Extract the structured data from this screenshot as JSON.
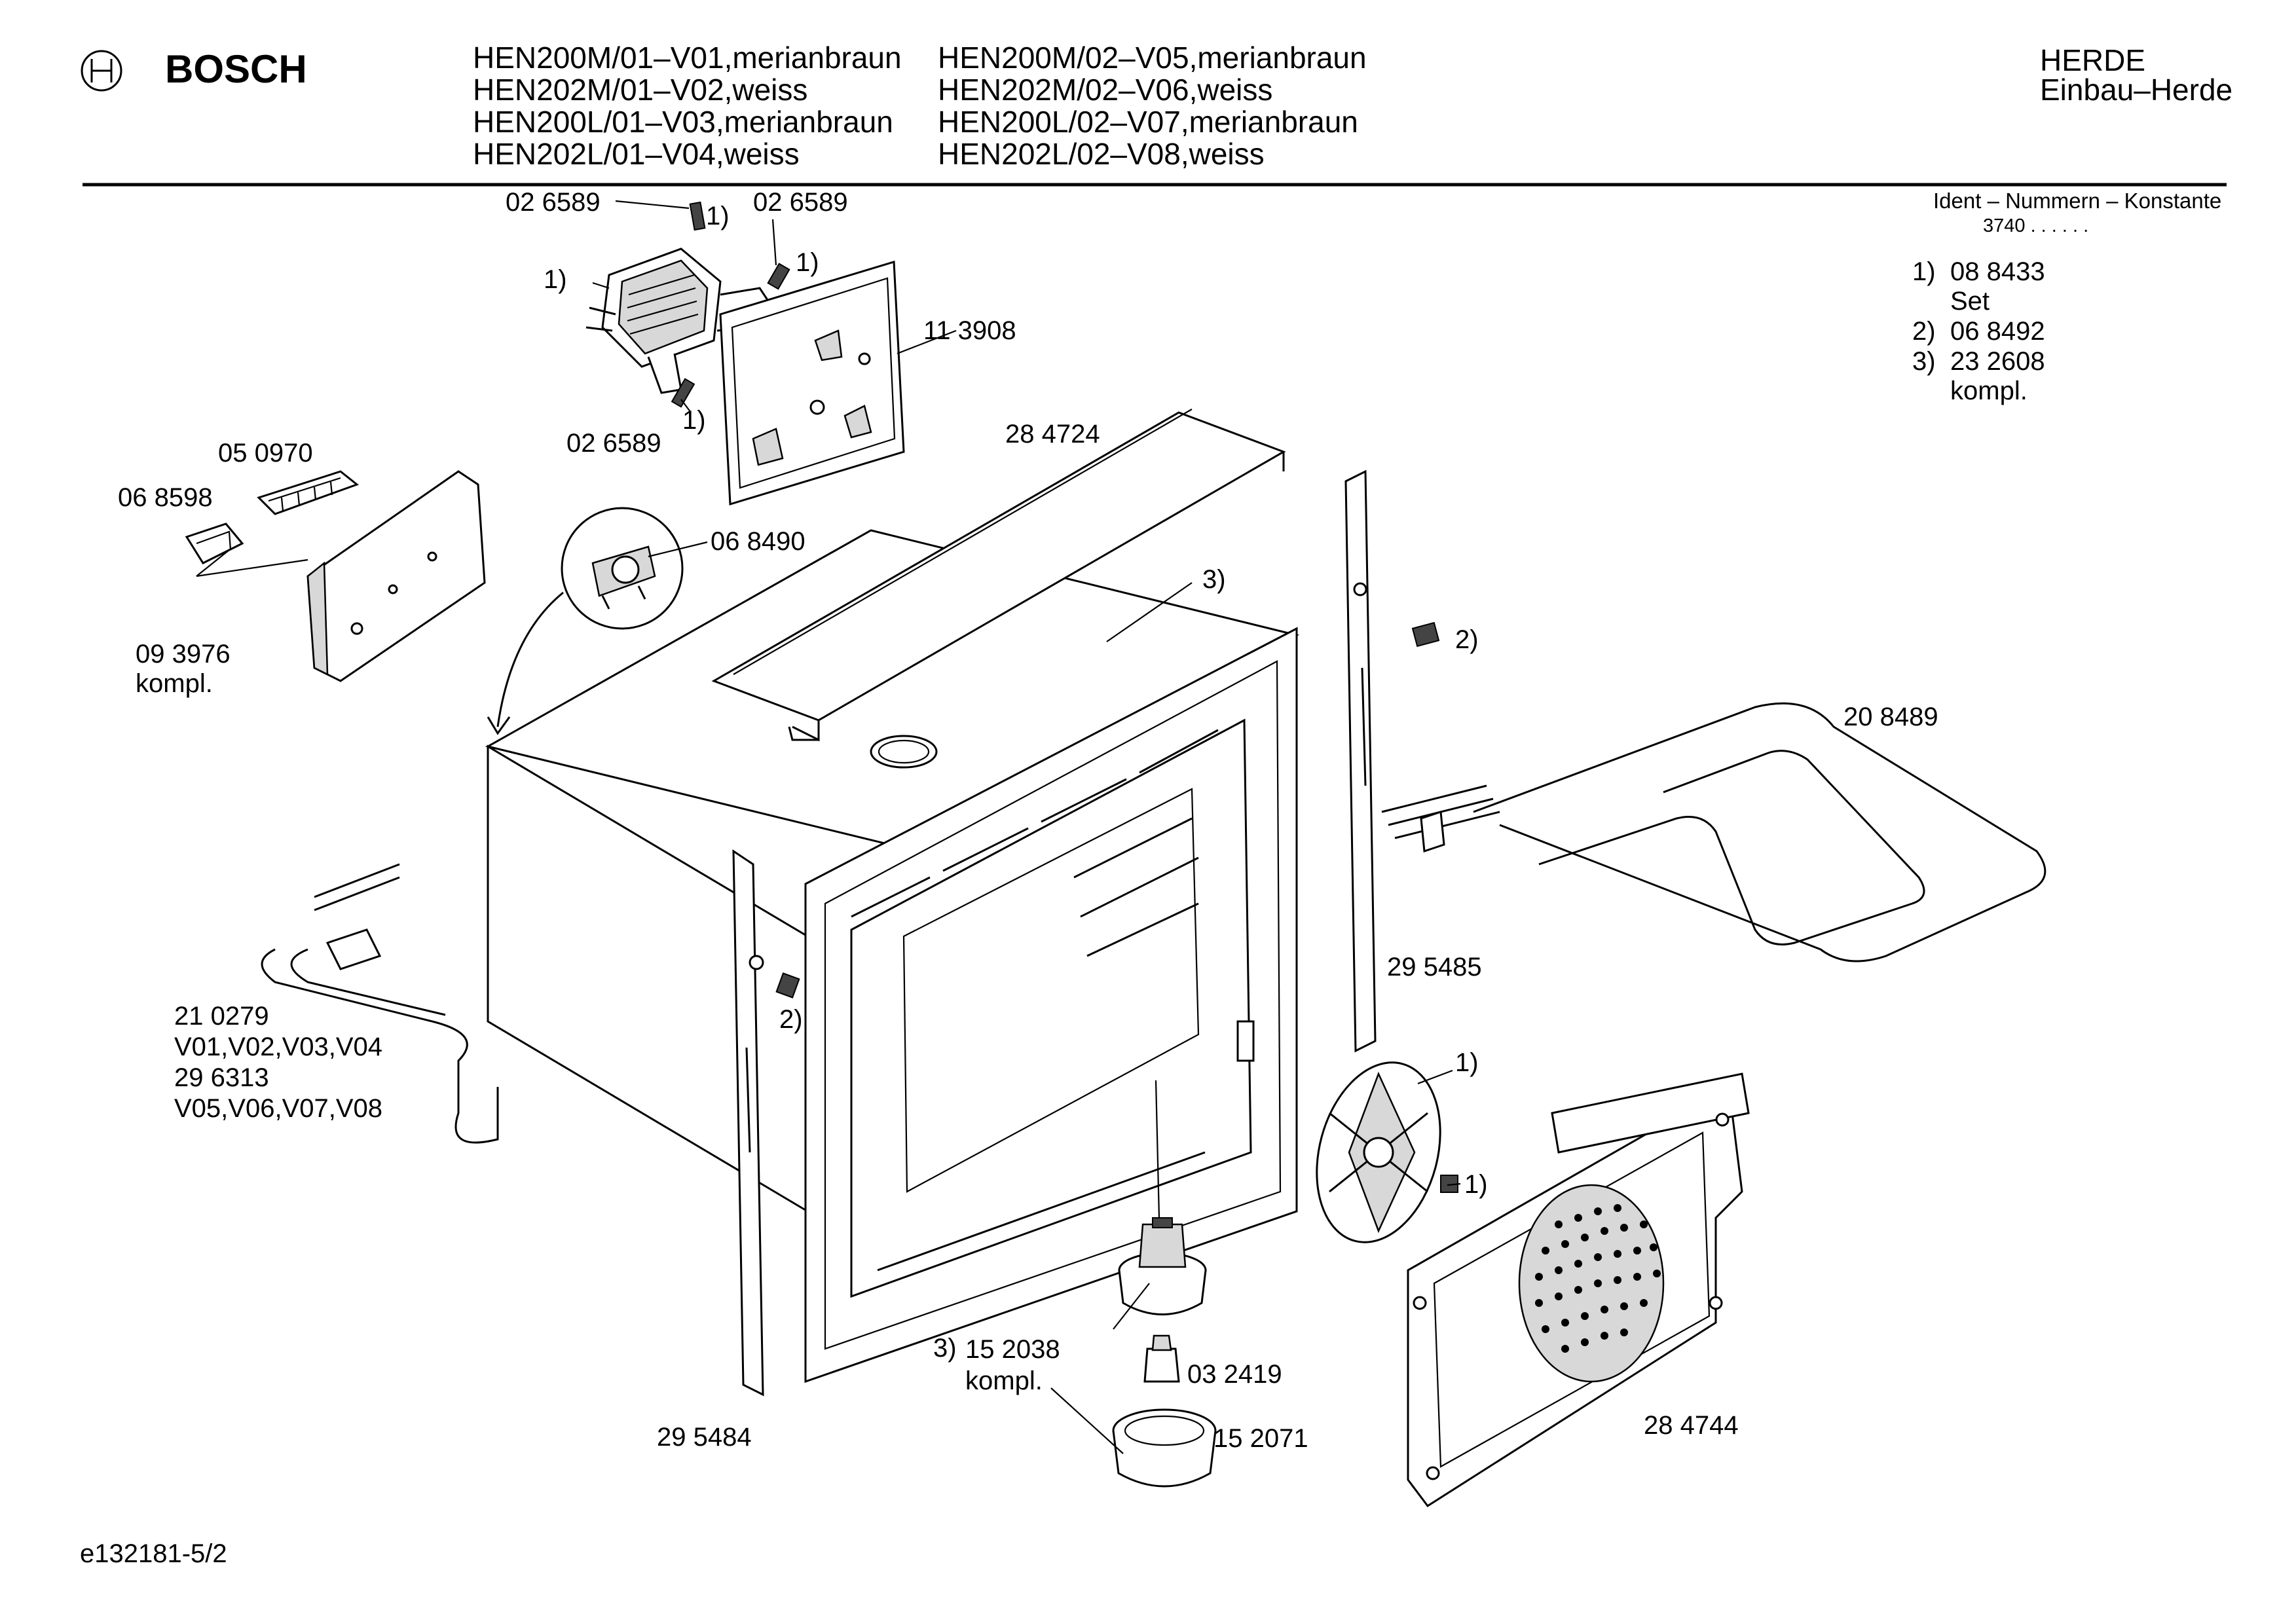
{
  "header": {
    "brand": "BOSCH",
    "models_left": [
      "HEN200M/01–V01,merianbraun",
      "HEN202M/01–V02,weiss",
      "HEN200L/01–V03,merianbraun",
      "HEN202L/01–V04,weiss"
    ],
    "models_right": [
      "HEN200M/02–V05,merianbraun",
      "HEN202M/02–V06,weiss",
      "HEN200L/02–V07,merianbraun",
      "HEN202L/02–V08,weiss"
    ],
    "category": "HERDE",
    "subcategory": "Einbau–Herde"
  },
  "ident": {
    "title": "Ident – Nummern – Konstante",
    "constant": "3740 . .  . . . .",
    "entries": [
      {
        "ref": "1)",
        "lines": [
          "08 8433",
          "Set"
        ]
      },
      {
        "ref": "2)",
        "lines": [
          "06 8492"
        ]
      },
      {
        "ref": "3)",
        "lines": [
          "23 2608",
          "kompl."
        ]
      }
    ]
  },
  "parts": {
    "p026589a": "02 6589",
    "p026589b": "02 6589",
    "p026589c": "02 6589",
    "p113908": "11 3908",
    "p050970": "05 0970",
    "p068598": "06 8598",
    "p093976": "09 3976",
    "p093976_note": "kompl.",
    "p068490": "06 8490",
    "p284724": "28 4724",
    "p208489": "20 8489",
    "p295485": "29 5485",
    "p210279": "21 0279",
    "p210279_variants": "V01,V02,V03,V04",
    "p296313": "29 6313",
    "p296313_variants": "V05,V06,V07,V08",
    "p295484": "29 5484",
    "p152038": "15 2038",
    "p152038_note": "kompl.",
    "p032419": "03 2419",
    "p152071": "15 2071",
    "p284744": "28 4744"
  },
  "refs": {
    "r1": "1)",
    "r2": "2)",
    "r3": "3)"
  },
  "footer": {
    "drawing_id": "e132181-5/2"
  }
}
